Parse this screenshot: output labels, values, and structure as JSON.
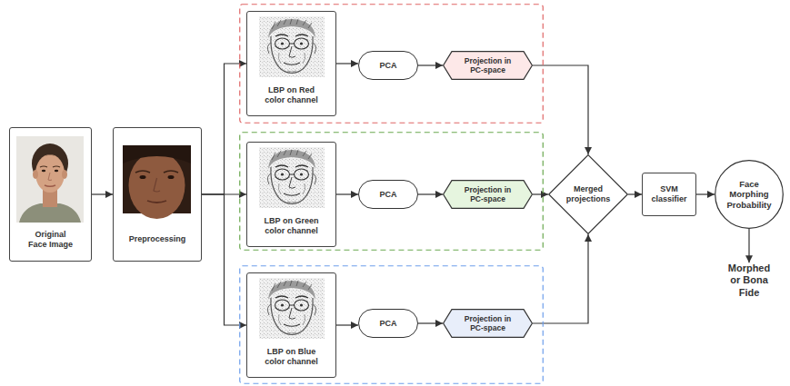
{
  "diagram": {
    "nodes": [
      {
        "text": [
          "Original Face Image"
        ]
      },
      {
        "text": [
          "Preprocessing"
        ]
      },
      {
        "text": []
      },
      {
        "text": [
          "LBP on Red color channel"
        ],
        "in": 2
      },
      {
        "text": [
          "PCA"
        ],
        "in": 2
      },
      {
        "text": [
          "Projection in PC-space"
        ],
        "in": 2
      },
      {
        "text": []
      },
      {
        "text": [
          "LBP on Green color channel"
        ],
        "in": 6
      },
      {
        "text": [
          "PCA"
        ],
        "in": 6
      },
      {
        "text": [
          "Projection in PC-space"
        ],
        "in": 6
      },
      {
        "text": []
      },
      {
        "text": [
          "LBP on Blue color channel"
        ],
        "in": 10
      },
      {
        "text": [
          "PCA"
        ],
        "in": 10
      },
      {
        "text": [
          "Projection in PC-space"
        ],
        "in": 10
      },
      {
        "text": [
          "Merged projections"
        ]
      },
      {
        "text": [
          "SVM classifier"
        ]
      },
      {
        "text": [
          "Face Morphing Probability"
        ]
      },
      {
        "text": [
          "Morphed or Bona Fide"
        ]
      }
    ],
    "edges": [
      {
        "from": 0,
        "to": 1,
        "arrow": "to"
      },
      {
        "from": 1,
        "to": 3,
        "arrow": "to"
      },
      {
        "from": 1,
        "to": 7,
        "arrow": "to"
      },
      {
        "from": 1,
        "to": 11,
        "arrow": "to"
      },
      {
        "from": 3,
        "to": 4,
        "arrow": "to"
      },
      {
        "from": 4,
        "to": 5,
        "arrow": "to"
      },
      {
        "from": 7,
        "to": 8,
        "arrow": "to"
      },
      {
        "from": 8,
        "to": 9,
        "arrow": "to"
      },
      {
        "from": 11,
        "to": 12,
        "arrow": "to"
      },
      {
        "from": 12,
        "to": 13,
        "arrow": "to"
      },
      {
        "from": 5,
        "to": 14,
        "arrow": "to"
      },
      {
        "from": 9,
        "to": 14,
        "arrow": "to"
      },
      {
        "from": 13,
        "to": 14,
        "arrow": "to"
      },
      {
        "from": 14,
        "to": 15,
        "arrow": "to"
      },
      {
        "from": 15,
        "to": 16,
        "arrow": "to"
      },
      {
        "from": 16,
        "to": 17,
        "arrow": "to"
      }
    ]
  }
}
